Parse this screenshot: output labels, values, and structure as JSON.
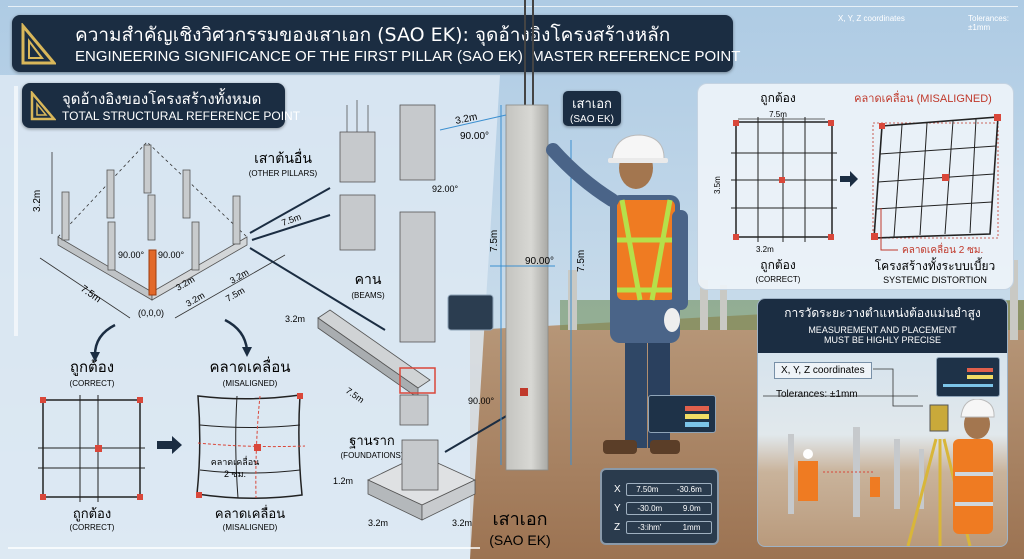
{
  "header": {
    "title_th": "ความสำคัญเชิงวิศวกรรมของเสาเอก (SAO EK): จุดอ้างอิงโครงสร้างหลัก",
    "title_en": "ENGINEERING SIGNIFICANCE OF THE FIRST PILLAR (SAO EK): MASTER REFERENCE POINT",
    "hud_coords": "X, Y, Z coordinates",
    "hud_tolerance": "Tolerances: ±1mm"
  },
  "reference_panel": {
    "title_th": "จุดอ้างอิงของโครงสร้างทั้งหมด",
    "title_en": "TOTAL STRUCTURAL REFERENCE POINT"
  },
  "iso": {
    "height": "3.2m",
    "angle_left": "90.00°",
    "angle_right": "90.00°",
    "len_left": "7.5m",
    "dim_front_a": "3.2m",
    "dim_front_b": "3.2m",
    "dim_right_a": "3.2m",
    "dim_right_b": "7.5m",
    "origin": "(0,0,0)"
  },
  "components": {
    "pillars_th": "เสาต้นอื่น",
    "pillars_en": "(OTHER PILLARS)",
    "pillars_len": "7.5m",
    "pillars_angle": "92.00°",
    "beams_th": "คาน",
    "beams_en": "(BEAMS)",
    "beam_height": "3.2m",
    "beam_len": "7.5m",
    "beam_angle": "90.00°",
    "foundations_th": "ฐานราก",
    "foundations_en": "(FOUNDATIONS)",
    "foundation_height": "1.2m",
    "foundation_w": "3.2m",
    "foundation_d": "3.2m"
  },
  "pillar": {
    "label_th": "เสาเอก",
    "label_en": "(SAO EK)",
    "width": "3.2m",
    "top_angle": "90.00°",
    "height_left": "7.5m",
    "mid_angle": "90.00°",
    "height_right": "7.5m",
    "bottom_label_th": "เสาเอก",
    "bottom_label_en": "(SAO EK)"
  },
  "compare_left": {
    "correct_th": "ถูกต้อง",
    "correct_en": "(CORRECT)",
    "misaligned_th": "คลาดเคลื่อน",
    "misaligned_en": "(MISALIGNED)",
    "offset_th": "คลาดเคลื่อน",
    "offset_val": "2 ซม.",
    "caption_correct_th": "ถูกต้อง",
    "caption_correct_en": "(CORRECT)",
    "caption_misaligned_th": "คลาดเคลื่อน",
    "caption_misaligned_en": "(MISALIGNED)"
  },
  "compare_right": {
    "correct_title": "ถูกต้อง",
    "misaligned_title": "คลาดเคลื่อน (MISALIGNED)",
    "width": "7.5m",
    "height": "3.5m",
    "spacing": "3.2m",
    "offset": "คลาดเคลื่อน 2 ซม.",
    "distortion_th": "โครงสร้างทั้งระบบเบี้ยว",
    "distortion_en": "SYSTEMIC DISTORTION",
    "caption_th": "ถูกต้อง",
    "caption_en": "(CORRECT)"
  },
  "measurement": {
    "title_th": "การวัดระยะวางตำแหน่งต้องแม่นยำสูง",
    "title_en_1": "MEASUREMENT AND PLACEMENT",
    "title_en_2": "MUST BE HIGHLY PRECISE",
    "coords": "X, Y, Z coordinates",
    "tolerance": "Tolerances: ±1mm"
  },
  "readout": {
    "rows": [
      {
        "axis": "X",
        "v1": "7.50m",
        "v2": "-30.6m"
      },
      {
        "axis": "Y",
        "v1": "-30.0m",
        "v2": "9.0m"
      },
      {
        "axis": "Z",
        "v1": "-3:ihm'",
        "v2": "1mm"
      }
    ]
  },
  "colors": {
    "banner": "#1b2d42",
    "accent_red": "#c0392b",
    "pillar_orange": "#e2692a",
    "vest": "#ef7b22",
    "legend": [
      "#e0604c",
      "#f0dc64",
      "#7cc4e8"
    ]
  }
}
